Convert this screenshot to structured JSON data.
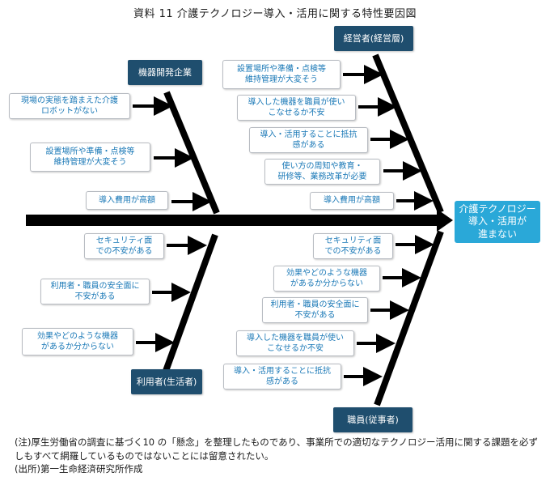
{
  "title": "資料 11  介護テクノロジー導入・活用に関する特性要因図",
  "effect": "介護テクノロジー\n導入・活用が\n進まない",
  "categories": {
    "developer": "機器開発企業",
    "manager": "経営者(経営層)",
    "user": "利用者(生活者)",
    "staff": "職員(従事者)"
  },
  "causes": {
    "developer": [
      "現場の実態を踏まえた介護\nロボットがない",
      "設置場所や準備・点検等\n維持管理が大変そう",
      "導入費用が高額"
    ],
    "manager": [
      "設置場所や準備・点検等\n維持管理が大変そう",
      "導入した機器を職員が使い\nこなせるか不安",
      "導入・活用することに抵抗\n感がある",
      "使い方の周知や教育・\n研修等、業務改革が必要",
      "導入費用が高額"
    ],
    "user": [
      "セキュリティ面\nでの不安がある",
      "利用者・職員の安全面に\n不安がある",
      "効果やどのような機器\nがあるか分からない"
    ],
    "staff": [
      "セキュリティ面\nでの不安がある",
      "効果やどのような機器\nがあるか分からない",
      "利用者・職員の安全面に\n不安がある",
      "導入した機器を職員が使い\nこなせるか不安",
      "導入・活用することに抵抗\n感がある"
    ]
  },
  "notes": [
    "(注)厚生労働省の調査に基づく10 の「懸念」を整理したものであり、事業所での適切なテクノロジー活用に関する課題を必ずしもすべて網羅しているものではないことには留意されたい。",
    "(出所)第一生命経済研究所作成"
  ],
  "colors": {
    "category_bg": "#1f4e6e",
    "effect_bg": "#2aa8d8",
    "cause_text": "#1b79b7",
    "spine": "#000000"
  }
}
